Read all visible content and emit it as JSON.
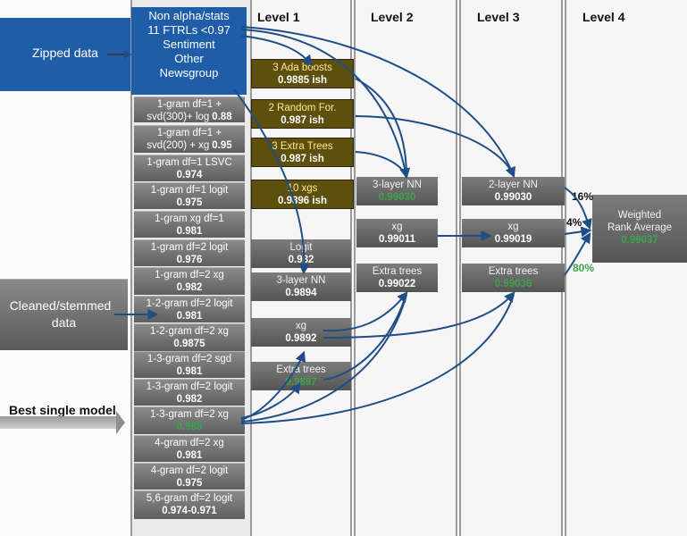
{
  "levels": {
    "l1": "Level 1",
    "l2": "Level 2",
    "l3": "Level 3",
    "l4": "Level 4"
  },
  "left": {
    "zipped": "Zipped data",
    "cleaned_line1": "Cleaned/stemmed",
    "cleaned_line2": "data",
    "best": "Best single model"
  },
  "features": {
    "line1": "Non alpha/stats",
    "line2": "11 FTRLs <0.97",
    "line3": "Sentiment",
    "line4": "Other",
    "line5": "Newsgroup"
  },
  "level0_models": [
    {
      "label": "1-gram df=1 +",
      "label2": "svd(300)+ log",
      "score": "0.88"
    },
    {
      "label": "1-gram df=1 +",
      "label2": "svd(200) + xg",
      "score": "0.95"
    },
    {
      "label": "1-gram df=1 LSVC",
      "score": "0.974"
    },
    {
      "label": "1-gram df=1 logit",
      "score": "0.975"
    },
    {
      "label": "1-gram xg df=1",
      "score": "0.981"
    },
    {
      "label": "1-gram df=2 logit",
      "score": "0.976"
    },
    {
      "label": "1-gram df=2 xg",
      "score": "0.982"
    },
    {
      "label": "1-2-gram df=2 logit",
      "score": "0.981"
    },
    {
      "label": "1-2-gram df=2 xg",
      "score": "0.9875"
    },
    {
      "label": "1-3-gram df=2 sgd",
      "score": "0.981"
    },
    {
      "label": "1-3-gram df=2 logit",
      "score": "0.982"
    },
    {
      "label": "1-3-gram df=2 xg",
      "score": "0.988"
    },
    {
      "label": "4-gram df=2 xg",
      "score": "0.981"
    },
    {
      "label": "4-gram df=2 logit",
      "score": "0.975"
    },
    {
      "label": "5,6-gram df=2 logit",
      "score": "0.974-0.971"
    }
  ],
  "level1_gold": [
    {
      "label": "3 Ada boosts",
      "score": "0.9885 ish"
    },
    {
      "label": "2 Random For.",
      "score": "0.987 ish"
    },
    {
      "label": "3 Extra Trees",
      "score": "0.987 ish"
    },
    {
      "label": "10 xgs",
      "score": "0.9896 ish"
    }
  ],
  "level1_gray": [
    {
      "label": "Logit",
      "score": "0.982"
    },
    {
      "label": "3-layer NN",
      "score": "0.9894"
    },
    {
      "label": "xg",
      "score": "0.9892"
    },
    {
      "label": "Extra trees",
      "score": "0.9897"
    }
  ],
  "level2": [
    {
      "label": "3-layer NN",
      "score": "0.99030"
    },
    {
      "label": "xg",
      "score": "0.99011"
    },
    {
      "label": "Extra trees",
      "score": "0.99022"
    }
  ],
  "level3": [
    {
      "label": "2-layer NN",
      "score": "0.99030"
    },
    {
      "label": "xg",
      "score": "0.99019"
    },
    {
      "label": "Extra trees",
      "score": "0.99036"
    }
  ],
  "level4": {
    "line1": "Weighted",
    "line2": "Rank Average",
    "score": "0.99037"
  },
  "weights": {
    "w1": "16%",
    "w2": "4%",
    "w3": "80%"
  },
  "colors": {
    "arrow": "#1f4e86",
    "blue": "#1f5da9",
    "gold": "#5d4f0e",
    "green": "#3fa34d"
  }
}
